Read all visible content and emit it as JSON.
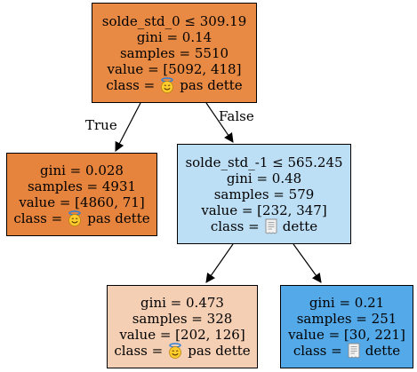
{
  "edge_labels": {
    "true_label": "True",
    "false_label": "False"
  },
  "nodes": [
    {
      "id": "root",
      "lines": [
        "solde_std_0 ≤ 309.19",
        "gini = 0.14",
        "samples = 5510",
        "value = [5092, 418]"
      ],
      "class_prefix": "class =",
      "class_icon": "smiling-face-with-halo-icon",
      "class_name": "pas dette",
      "fill": "#e88a43"
    },
    {
      "id": "left",
      "lines": [
        "gini = 0.028",
        "samples = 4931",
        "value = [4860, 71]"
      ],
      "class_prefix": "class =",
      "class_icon": "smiling-face-with-halo-icon",
      "class_name": "pas dette",
      "fill": "#e6843d"
    },
    {
      "id": "right",
      "lines": [
        "solde_std_-1 ≤ 565.245",
        "gini = 0.48",
        "samples = 579",
        "value = [232, 347]"
      ],
      "class_prefix": "class =",
      "class_icon": "receipt-icon",
      "class_name": "dette",
      "fill": "#bddff6"
    },
    {
      "id": "right-left",
      "lines": [
        "gini = 0.473",
        "samples = 328",
        "value = [202, 126]"
      ],
      "class_prefix": "class =",
      "class_icon": "smiling-face-with-halo-icon",
      "class_name": "pas dette",
      "fill": "#f5cfb4"
    },
    {
      "id": "right-right",
      "lines": [
        "gini = 0.21",
        "samples = 251",
        "value = [30, 221]"
      ],
      "class_prefix": "class =",
      "class_icon": "receipt-icon",
      "class_name": "dette",
      "fill": "#54a9e8"
    }
  ]
}
